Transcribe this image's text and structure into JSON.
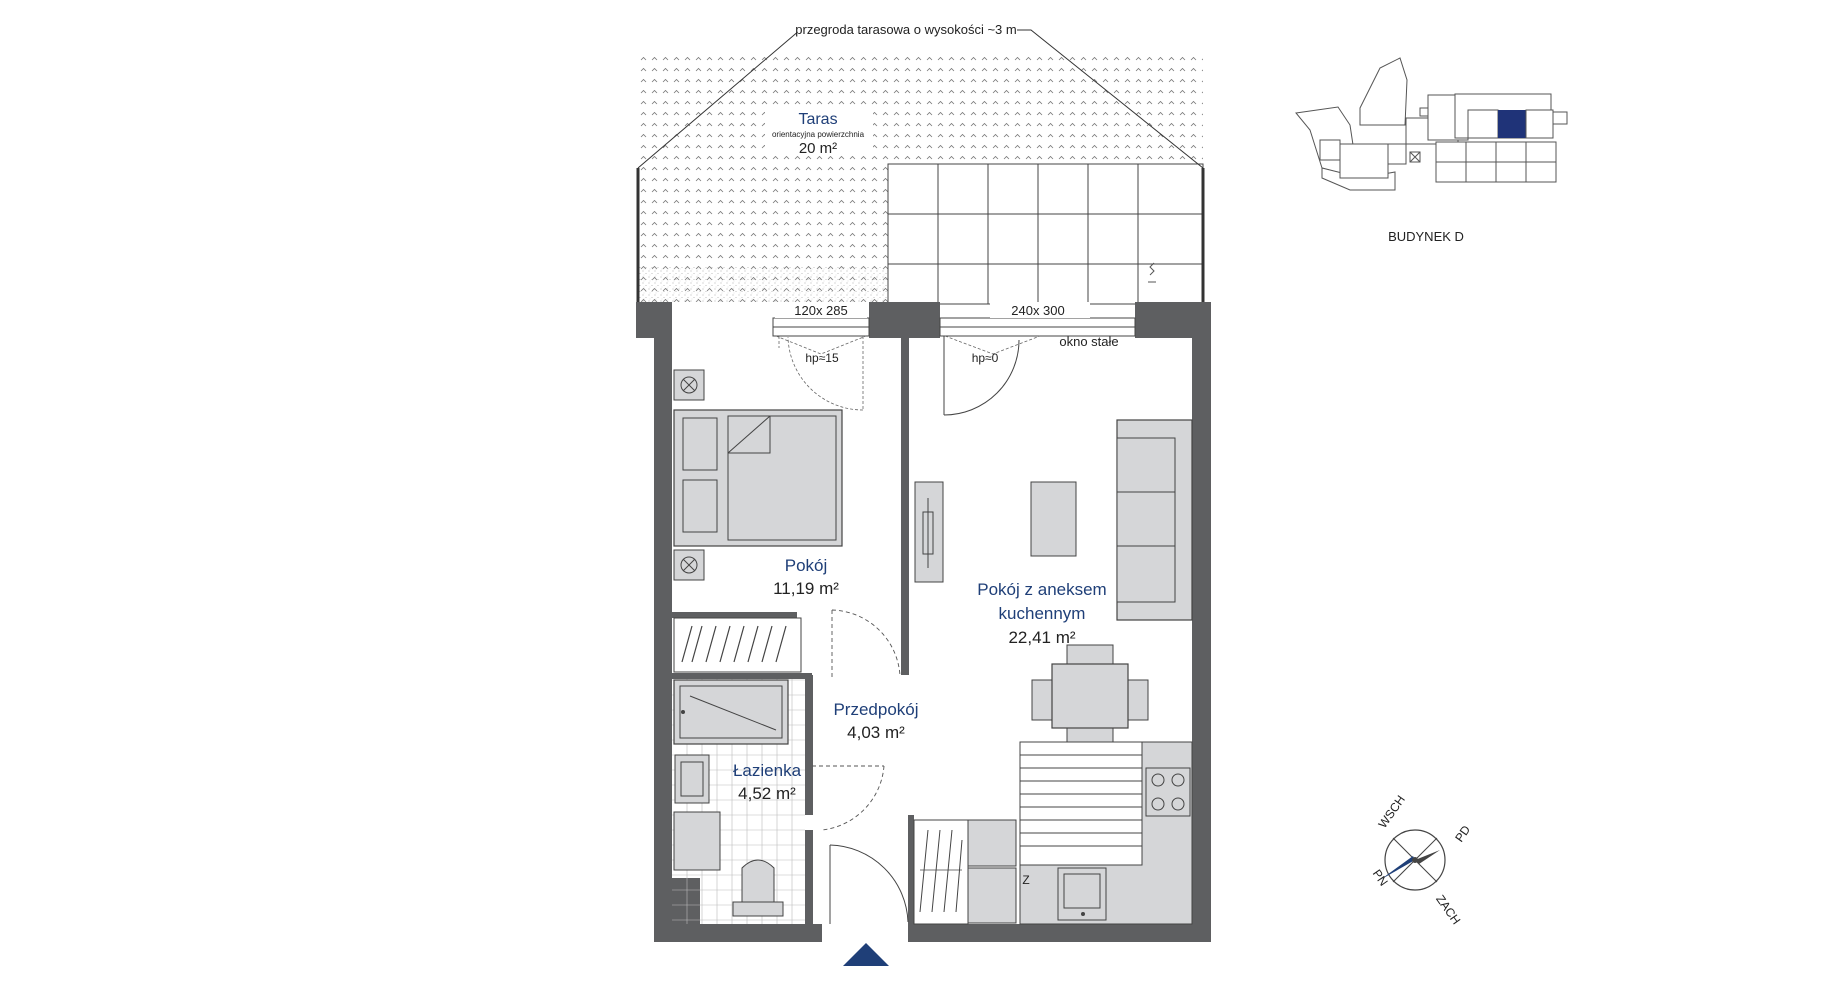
{
  "terrace": {
    "partition_note": "przegroda tarasowa o wysokości ~3 m",
    "name": "Taras",
    "subnote": "orientacyjna powierzchnia",
    "area": "20 m²"
  },
  "openings": {
    "left_size": "120x 285",
    "right_size": "240x 300",
    "left_sill": "hp≈15",
    "right_sill": "hp≈0",
    "fixed_window": "okno stałe"
  },
  "rooms": [
    {
      "name": "Pokój",
      "area": "11,19 m²"
    },
    {
      "name_line1": "Pokój z aneksem",
      "name_line2": "kuchennym",
      "area": "22,41 m²"
    },
    {
      "name": "Przedpokój",
      "area": "4,03 m²"
    },
    {
      "name": "Łazienka",
      "area": "4,52 m²"
    }
  ],
  "fridge_mark": "Z",
  "key_plan": {
    "building": "BUDYNEK D"
  },
  "compass": {
    "n1": "WSCH",
    "n2": "PD",
    "n3": "ZACH",
    "n4": "PN"
  },
  "colors": {
    "wall": "#5e5f61",
    "label_blue": "#1f3f78",
    "furniture": "#d5d6d8",
    "entrance": "#1f3f78",
    "highlight_unit": "#1f3378"
  }
}
